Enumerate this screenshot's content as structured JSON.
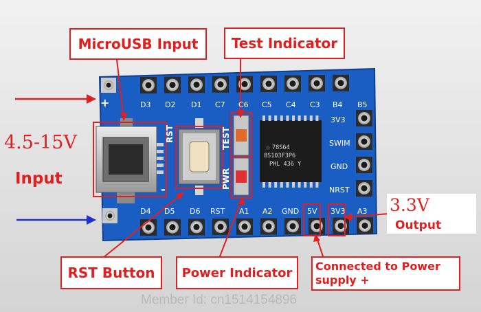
{
  "callouts": {
    "microusb": "MicroUSB Input",
    "test": "Test Indicator",
    "rst": "RST Button",
    "power": "Power Indicator",
    "connected": "Connected to Power supply +"
  },
  "voltage_in": "4.5-15V",
  "input_label": "Input",
  "voltage_out": "3.3V",
  "output_label": "Output",
  "silkscreen": {
    "top_pins": [
      "D3",
      "D2",
      "D1",
      "C7",
      "C6",
      "C5",
      "C4",
      "C3",
      "B4",
      "B5"
    ],
    "bottom_pins": [
      "D4",
      "D5",
      "D6",
      "RST",
      "A1",
      "A2",
      "GND",
      "5V",
      "3V3",
      "A3"
    ],
    "right_pins": [
      "3V3",
      "SWIM",
      "GND",
      "NRST"
    ],
    "rst": "RST",
    "pwr": "PWR",
    "test": "TEST",
    "plus": "+",
    "minus": "-"
  },
  "chip_text": [
    "78S64",
    "8S103F3P6",
    "PHL 436 Y"
  ],
  "watermark": "Member Id: cn1514154896",
  "colors": {
    "board": "#1a5ec4",
    "callout": "#e02020",
    "arrow_input_plus": "#e02020",
    "arrow_input_minus": "#1f2fd0"
  }
}
